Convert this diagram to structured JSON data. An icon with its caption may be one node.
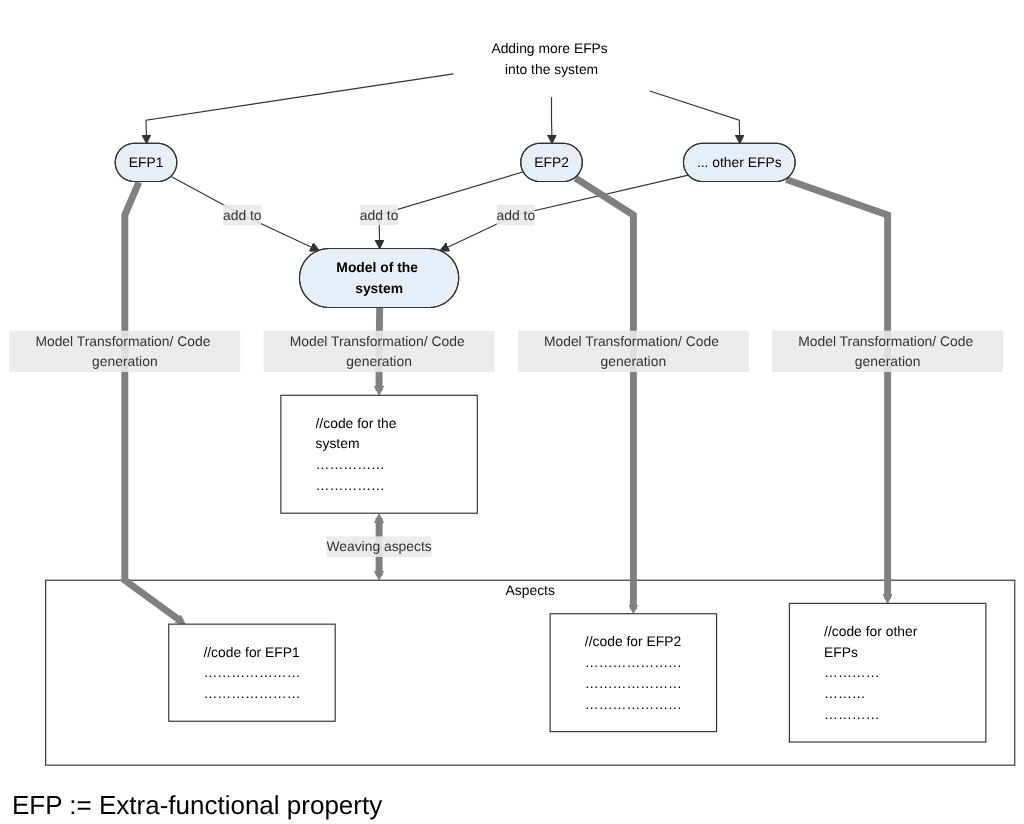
{
  "diagram": {
    "nodes": [
      {
        "text": [
          "Adding more EFPs into the system"
        ]
      },
      {
        "text": [
          "EFP1"
        ]
      },
      {
        "text": [
          "Model of the system"
        ]
      },
      {
        "text": [
          "EFP2"
        ]
      },
      {
        "text": [
          "... other EFPs"
        ]
      },
      {
        "text": [
          "//code for the system",
          "……………",
          "……………"
        ]
      },
      {
        "text": [
          "Aspects"
        ]
      },
      {
        "text": [
          "//code for EFP1",
          "…………………",
          "…………………"
        ],
        "in": 6
      },
      {
        "text": [
          "//code for EFP2",
          "…………………",
          "…………………",
          "…………………"
        ],
        "in": 6
      },
      {
        "text": [
          "//code for other EFPs",
          "…………",
          "………",
          "…………"
        ],
        "in": 6
      }
    ],
    "edges": [
      {
        "from": 0,
        "to": 1,
        "arrow": "to"
      },
      {
        "from": 0,
        "to": 3,
        "arrow": "to"
      },
      {
        "from": 0,
        "to": 4,
        "arrow": "to"
      },
      {
        "from": 1,
        "to": 2,
        "arrow": "to",
        "label": "add to"
      },
      {
        "from": 3,
        "to": 2,
        "arrow": "to",
        "label": "add to"
      },
      {
        "from": 4,
        "to": 2,
        "arrow": "to",
        "label": "add to"
      },
      {
        "from": 1,
        "to": 7,
        "arrow": "to",
        "label": "Model Transformation/ Code generation",
        "style": "thick",
        "color": "#808080"
      },
      {
        "from": 2,
        "to": 5,
        "arrow": "to",
        "label": "Model Transformation/ Code generation",
        "style": "thick",
        "color": "#808080"
      },
      {
        "from": 3,
        "to": 8,
        "arrow": "to",
        "label": "Model Transformation/ Code generation",
        "style": "thick",
        "color": "#808080"
      },
      {
        "from": 4,
        "to": 9,
        "arrow": "to",
        "label": "Model Transformation/ Code generation",
        "style": "thick",
        "color": "#808080"
      },
      {
        "from": 5,
        "to": 6,
        "arrow": "both",
        "label": "Weaving aspects",
        "style": "thick",
        "color": "#808080"
      }
    ],
    "labels": [
      "EFP := Extra-functional property"
    ]
  }
}
